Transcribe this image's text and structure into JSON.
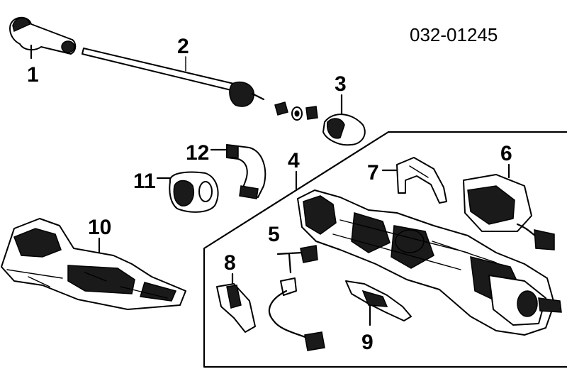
{
  "diagram": {
    "reference_number": "032-01245",
    "callouts": [
      "1",
      "2",
      "3",
      "4",
      "5",
      "6",
      "7",
      "8",
      "9",
      "10",
      "11",
      "12"
    ]
  }
}
